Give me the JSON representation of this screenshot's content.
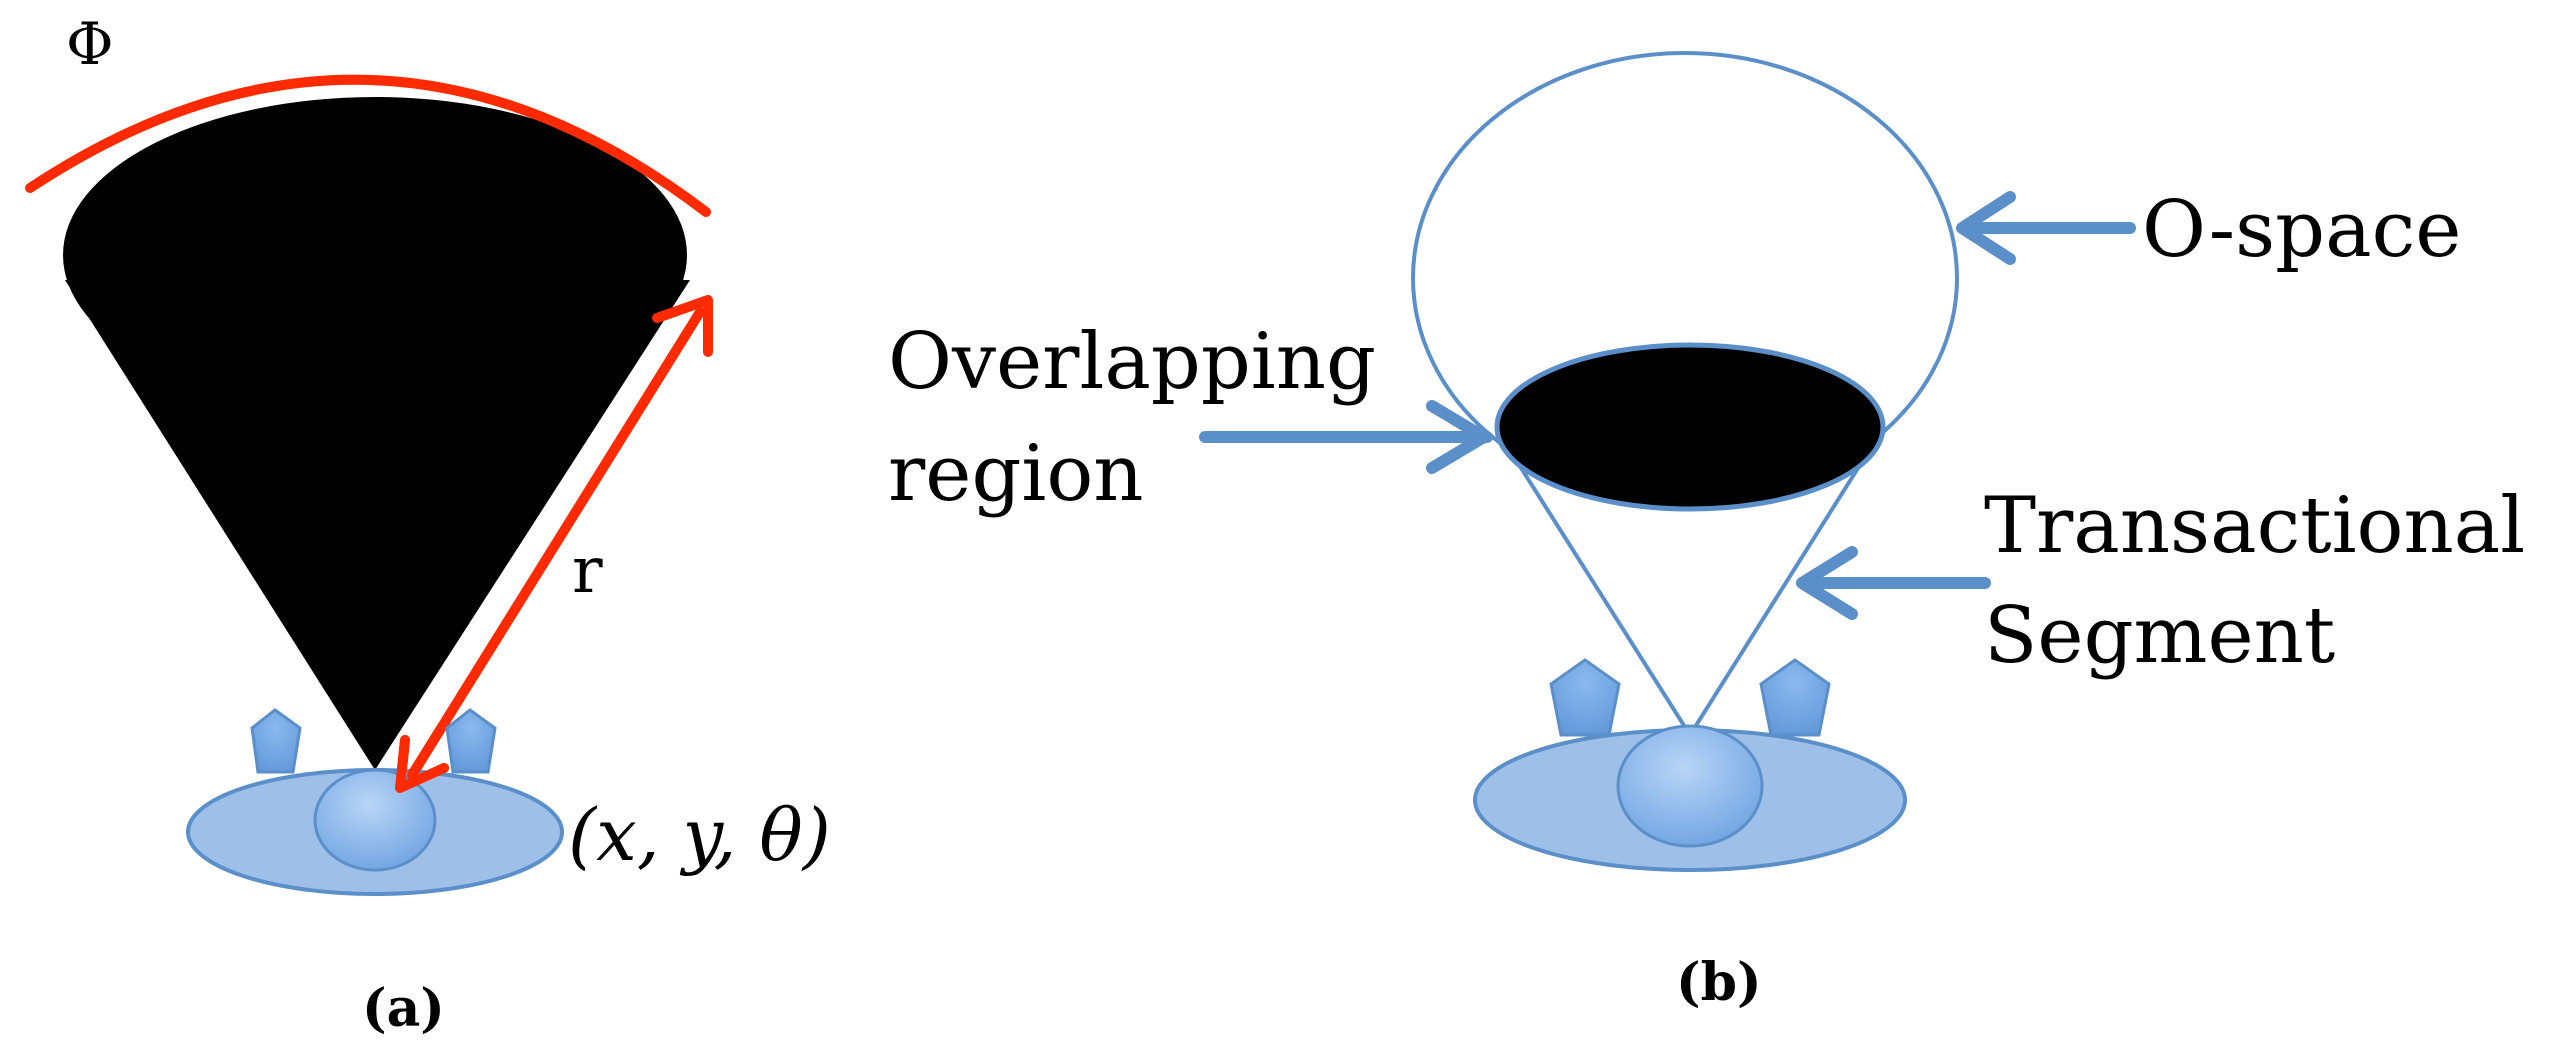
{
  "panel_a": {
    "phi_label": "Φ",
    "r_label": "r",
    "pose_label": "(x, y, θ)",
    "caption": "(a)"
  },
  "panel_b": {
    "o_space_label": "O-space",
    "overlap_line1": "Overlapping",
    "overlap_line2": "region",
    "transactional_line1": "Transactional",
    "transactional_line2": "Segment",
    "caption": "(b)"
  },
  "colors": {
    "arrow_red": "#ff2a00",
    "fill_blue": "#9dbfe8",
    "stroke_blue": "#5b8fc9",
    "fill_black": "#000000",
    "pentagon_blue": "#74a8e4"
  }
}
